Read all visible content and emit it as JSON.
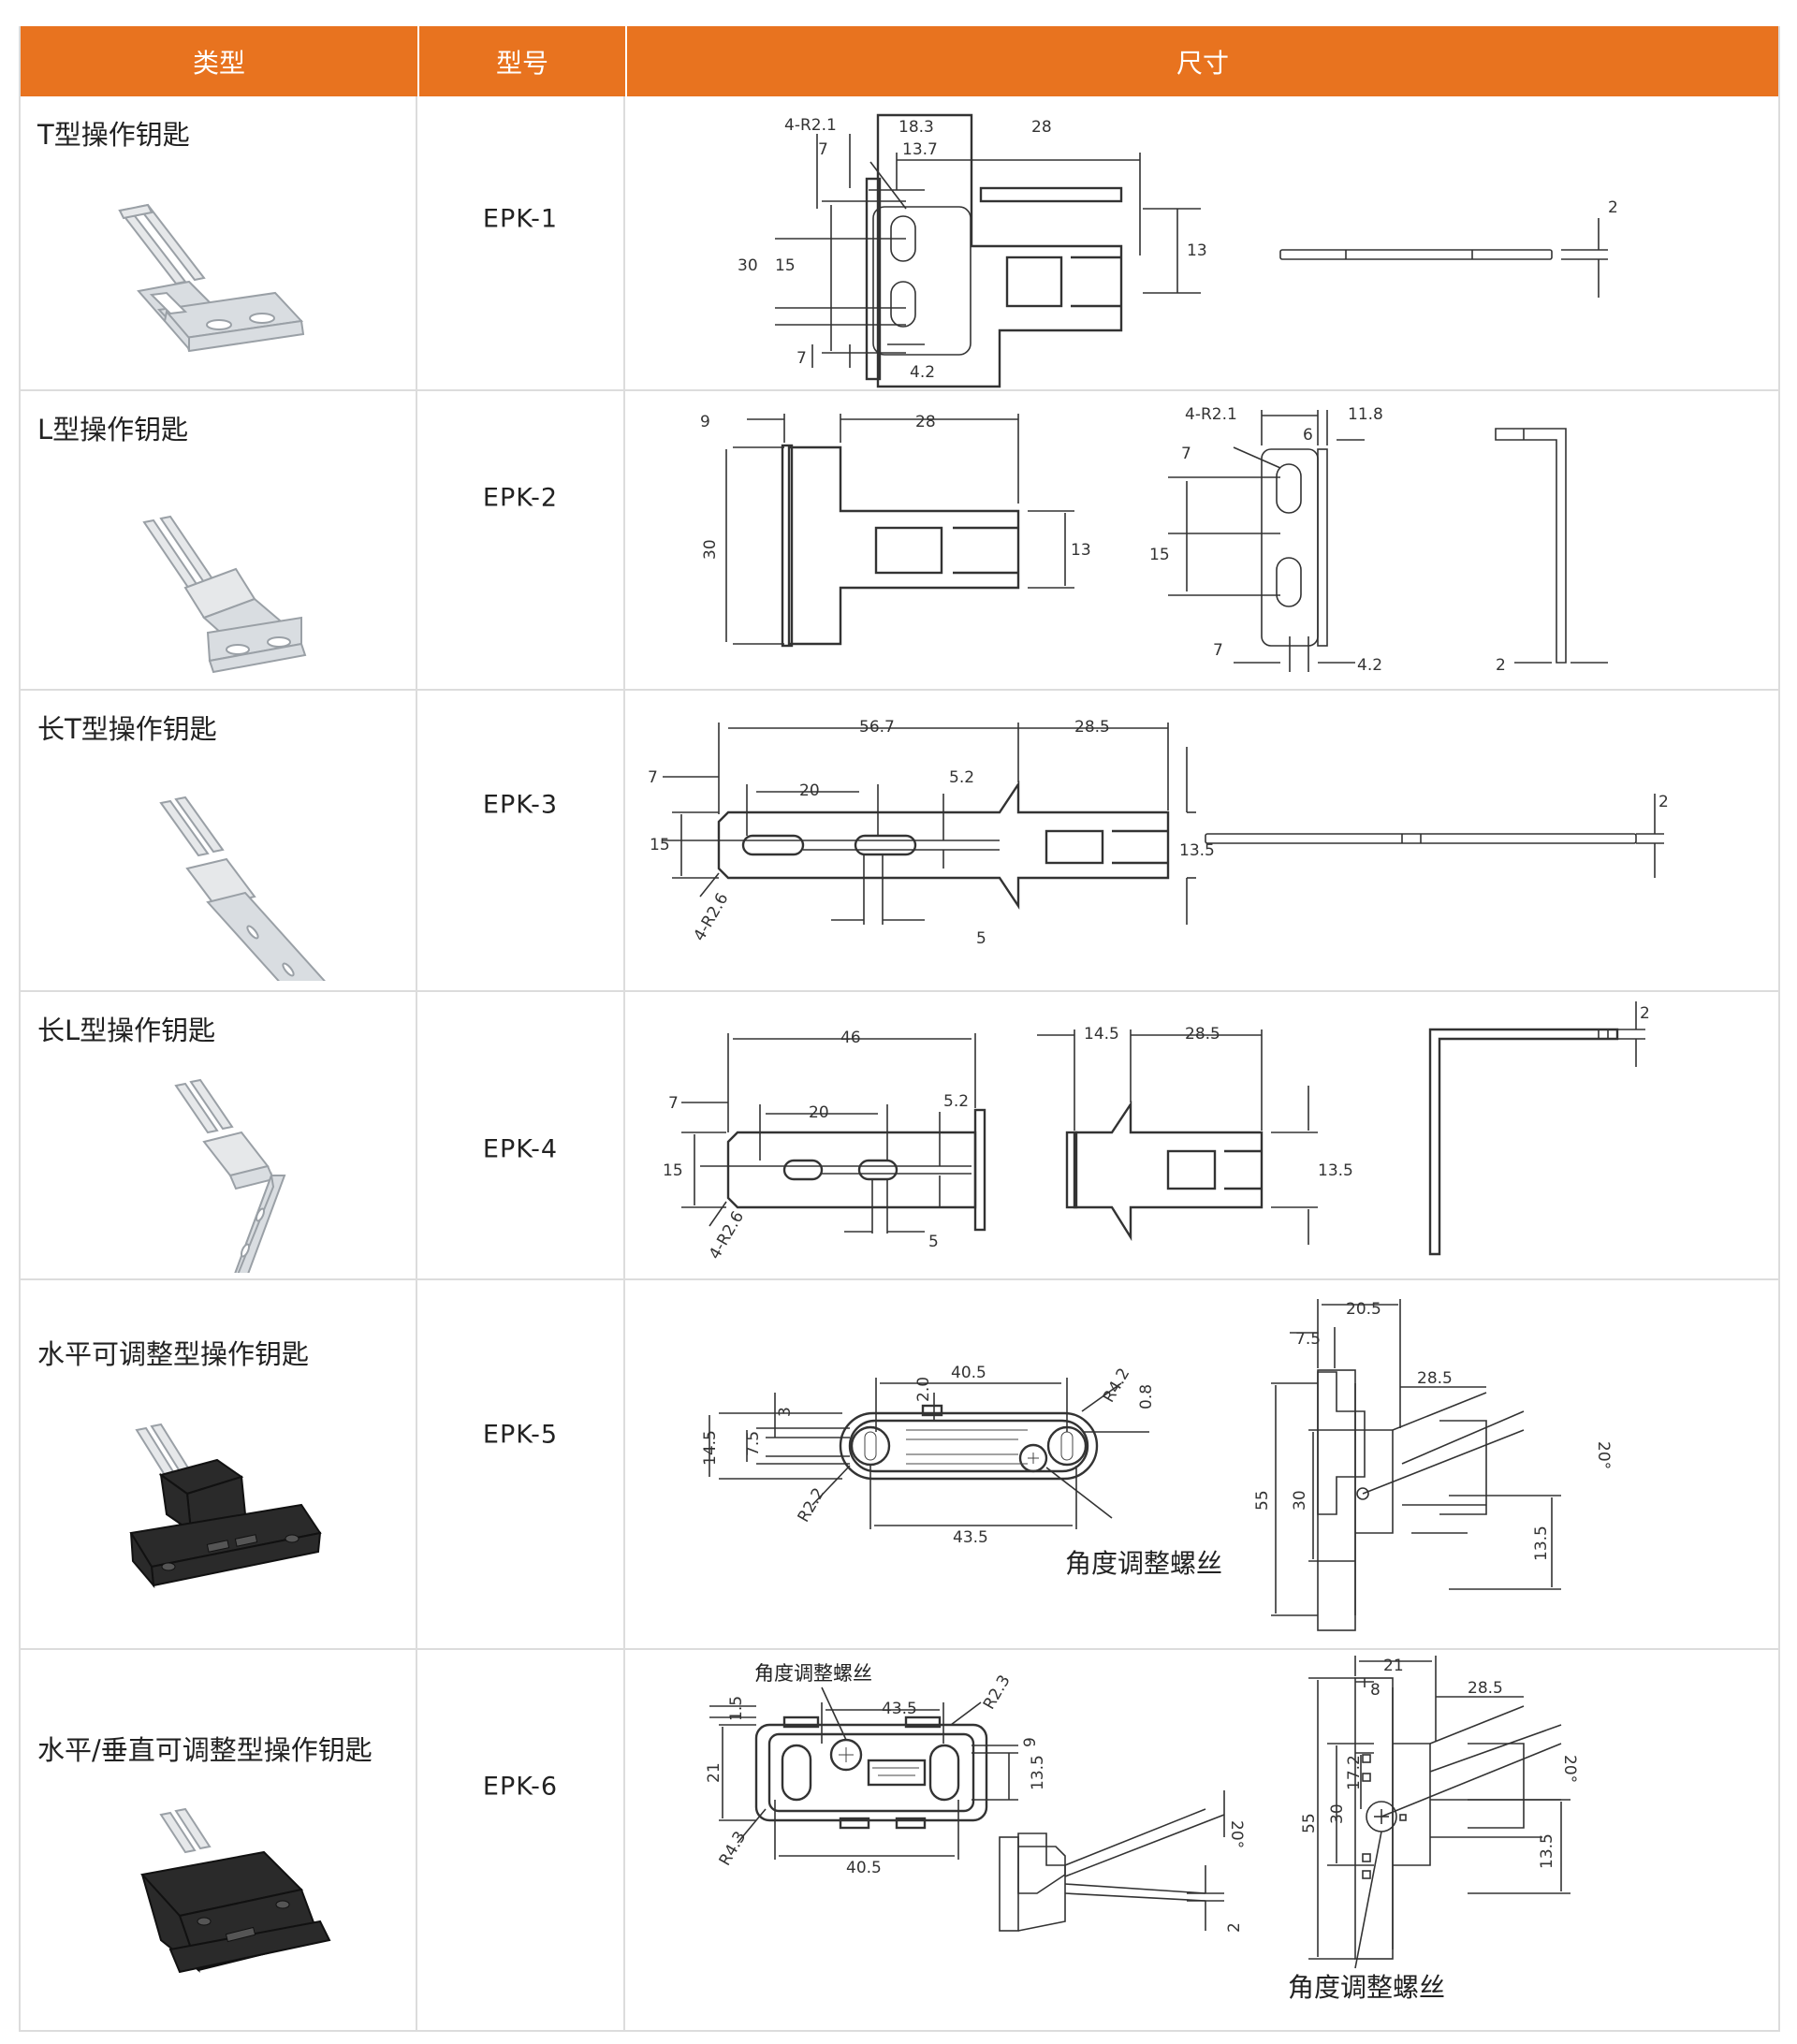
{
  "header": {
    "col_type": "类型",
    "col_model": "型号",
    "col_size": "尺寸"
  },
  "rows": [
    {
      "type": "T型操作钥匙",
      "model": "EPK-1",
      "icon": "t-key-image"
    },
    {
      "type": "L型操作钥匙",
      "model": "EPK-2",
      "icon": "l-key-image"
    },
    {
      "type": "长T型操作钥匙",
      "model": "EPK-3",
      "icon": "long-t-key-image"
    },
    {
      "type": "长L型操作钥匙",
      "model": "EPK-4",
      "icon": "long-l-key-image"
    },
    {
      "type": "水平可调整型操作钥匙",
      "model": "EPK-5",
      "icon": "horizontal-adjustable-key-image"
    },
    {
      "type": "水平/垂直可调整型操作钥匙",
      "model": "EPK-6",
      "icon": "hv-adjustable-key-image"
    }
  ],
  "dims": {
    "epk1": [
      "4-R2.1",
      "18.3",
      "28",
      "13.7",
      "7",
      "30",
      "15",
      "7",
      "4.2",
      "13",
      "2"
    ],
    "epk2": [
      "9",
      "28",
      "30",
      "13",
      "4-R2.1",
      "11.8",
      "6",
      "7",
      "15",
      "7",
      "4.2",
      "2"
    ],
    "epk3": [
      "56.7",
      "28.5",
      "7",
      "20",
      "5.2",
      "15",
      "13.5",
      "4-R2.6",
      "5",
      "2"
    ],
    "epk4": [
      "46",
      "7",
      "20",
      "5.2",
      "15",
      "4-R2.6",
      "5",
      "14.5",
      "28.5",
      "13.5",
      "2"
    ],
    "epk5": [
      "40.5",
      "R4.2",
      "0.8",
      "2.0",
      "3",
      "7.5",
      "14.5",
      "R2.2",
      "43.5",
      "角度调整螺丝",
      "20.5",
      "7.5",
      "28.5",
      "20°",
      "55",
      "30",
      "13.5"
    ],
    "epk6": [
      "角度调整螺丝",
      "43.5",
      "R2.3",
      "1.5",
      "9",
      "21",
      "13.5",
      "R4.3",
      "40.5",
      "20°",
      "2",
      "21",
      "8",
      "28.5",
      "20°",
      "17.2",
      "55",
      "30",
      "13.5",
      "角度调整螺丝"
    ]
  }
}
